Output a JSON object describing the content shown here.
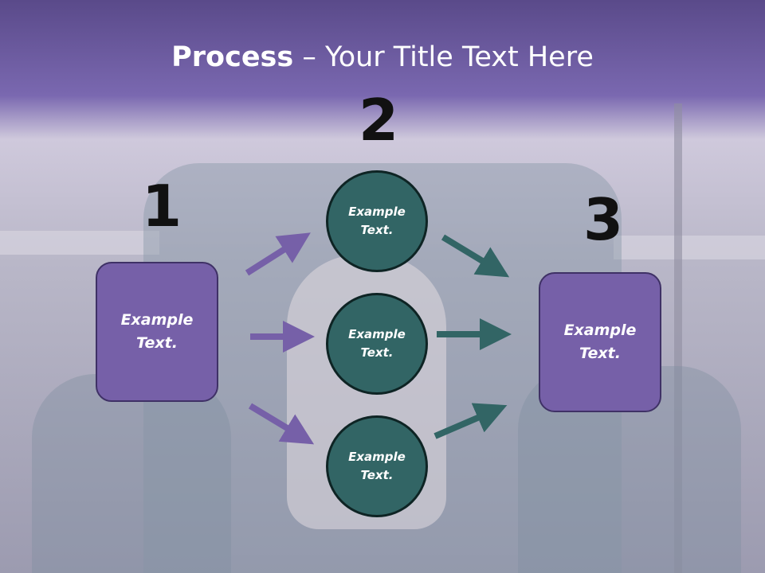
{
  "title": {
    "strong": "Process",
    "rest": " – Your Title Text Here"
  },
  "steps": {
    "one": "1",
    "two": "2",
    "three": "3"
  },
  "left_box": {
    "label": "Example\nText."
  },
  "right_box": {
    "label": "Example\nText."
  },
  "circles": [
    {
      "label": "Example\nText."
    },
    {
      "label": "Example\nText."
    },
    {
      "label": "Example\nText."
    }
  ],
  "colors": {
    "purple": "#7660a8",
    "teal": "#326565",
    "header": "#6f5ea8"
  }
}
